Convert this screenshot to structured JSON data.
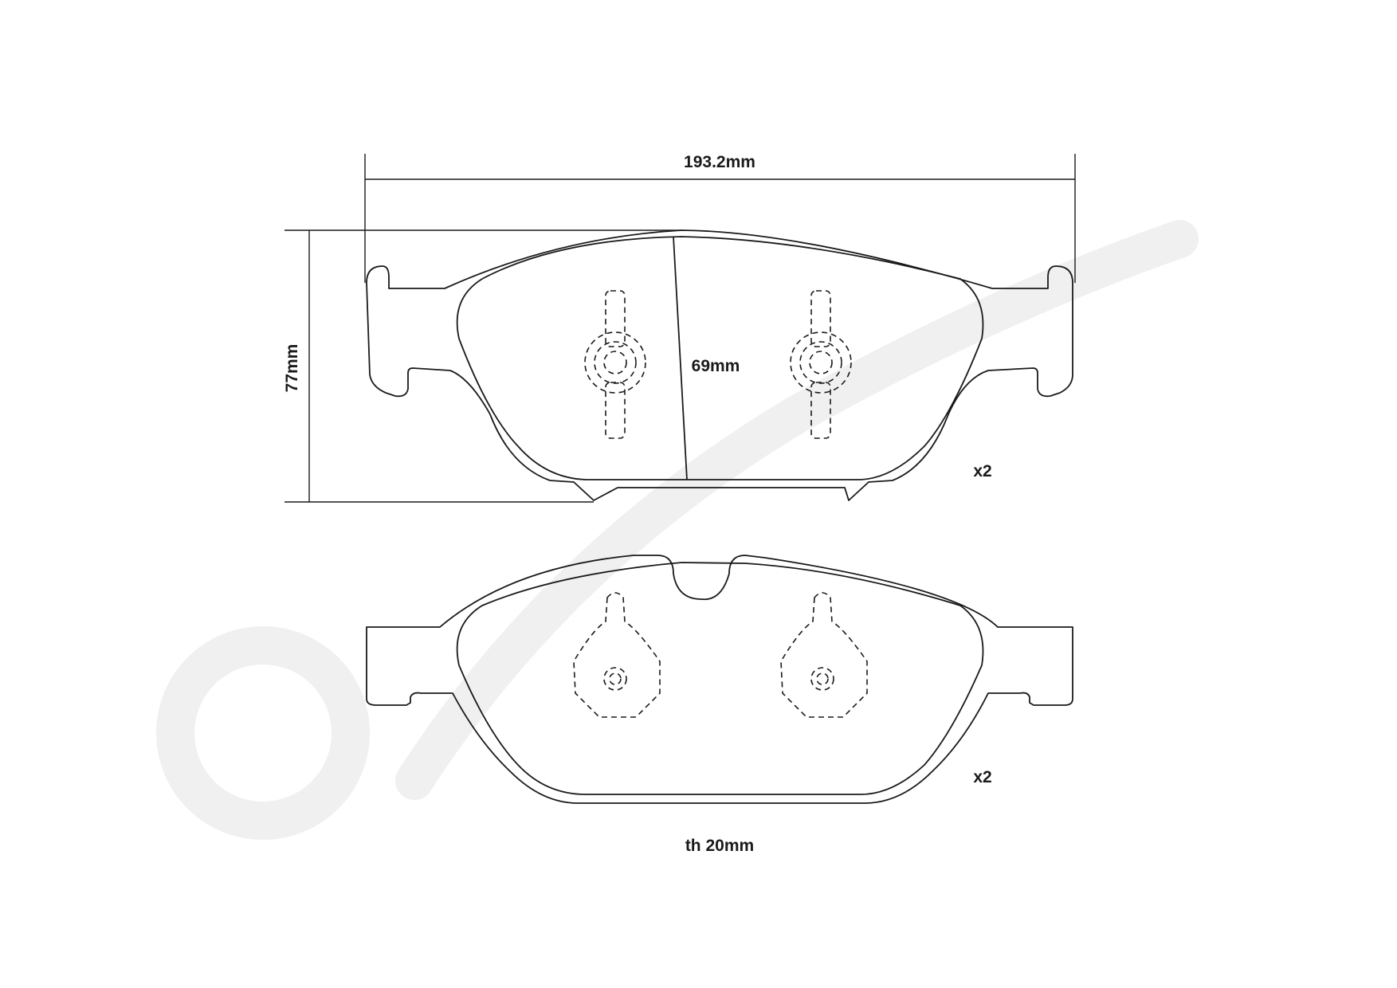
{
  "dimensions": {
    "width": "193.2mm",
    "height": "77mm",
    "inner_height": "69mm",
    "thickness": "th 20mm"
  },
  "quantities": {
    "top_pad": "x2",
    "bottom_pad": "x2"
  },
  "colors": {
    "line": "#1a1a1a",
    "watermark": "#f0f0f0"
  }
}
